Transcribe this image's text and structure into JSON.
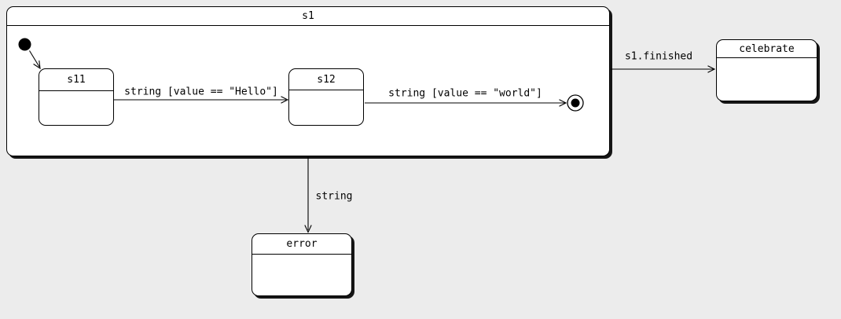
{
  "diagram": {
    "kind": "uml-statechart",
    "states": {
      "s1": {
        "label": "s1",
        "type": "composite"
      },
      "s11": {
        "label": "s11",
        "type": "simple",
        "inside": "s1"
      },
      "s12": {
        "label": "s12",
        "type": "simple",
        "inside": "s1"
      },
      "celebrate": {
        "label": "celebrate",
        "type": "simple"
      },
      "error": {
        "label": "error",
        "type": "simple"
      }
    },
    "pseudostates": {
      "initial": {
        "name": "initial-state",
        "inside": "s1"
      },
      "final": {
        "name": "final-state",
        "inside": "s1"
      }
    },
    "transitions": {
      "init_to_s11": {
        "from": "initial",
        "to": "s11",
        "label": ""
      },
      "s11_to_s12": {
        "from": "s11",
        "to": "s12",
        "label": "string [value == \"Hello\"]"
      },
      "s12_to_final": {
        "from": "s12",
        "to": "final",
        "label": "string [value == \"world\"]"
      },
      "s1_to_celebrate": {
        "from": "s1",
        "to": "celebrate",
        "label": "s1.finished"
      },
      "s1_to_error": {
        "from": "s1",
        "to": "error",
        "label": "string"
      }
    },
    "colors": {
      "canvas": "#ececec",
      "state_fill": "#ffffff",
      "stroke": "#000000",
      "shadow": "#161616"
    }
  }
}
